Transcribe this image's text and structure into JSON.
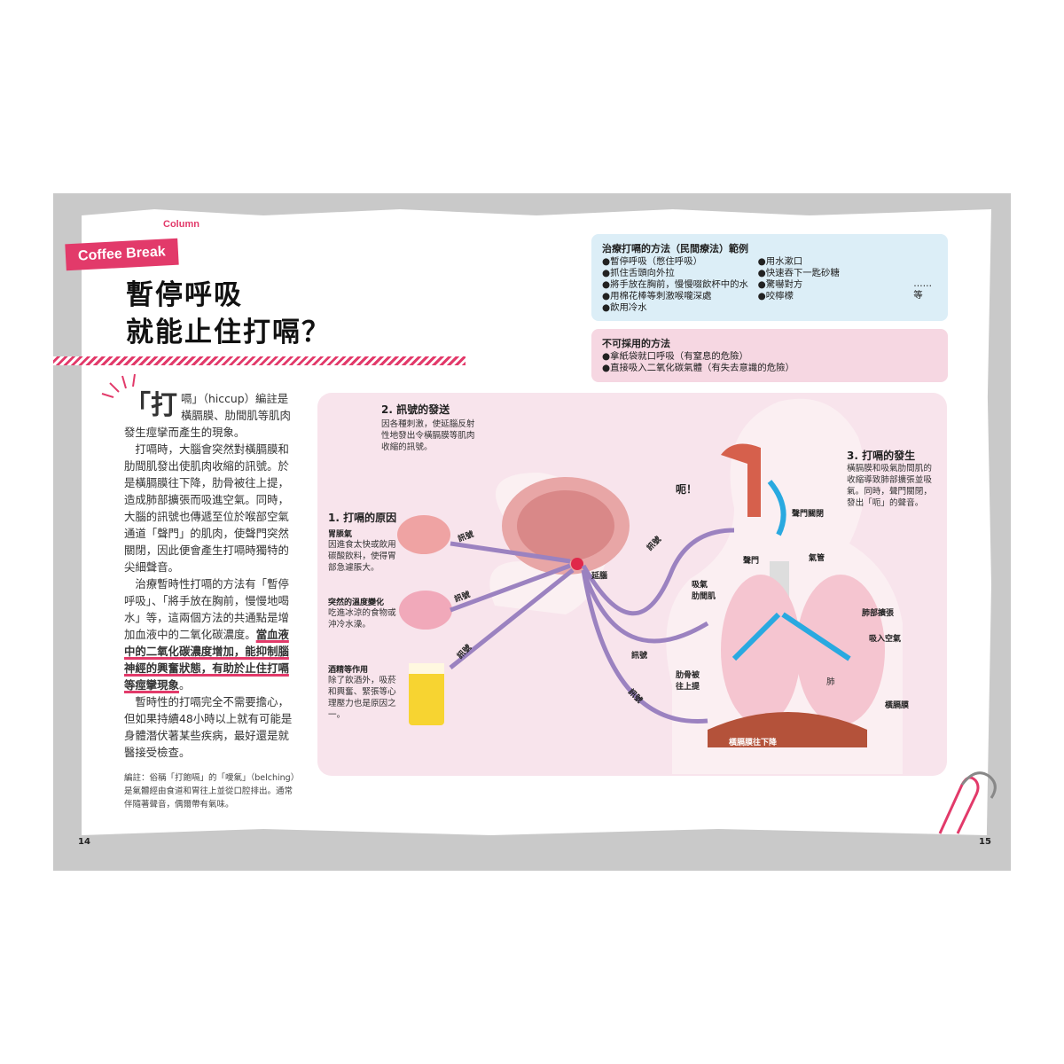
{
  "header": {
    "column_label": "Column",
    "tag": "Coffee Break",
    "title_line1": "暫停呼吸",
    "title_line2": "就能止住打嗝？"
  },
  "article": {
    "drop_char": "「打",
    "intro": "嗝」（hiccup）編註是橫膈膜、肋間肌等肌肉發生痙攣而產生的現象。",
    "p2": "打嗝時，大腦會突然對橫膈膜和肋間肌發出使肌肉收縮的訊號。於是橫膈膜往下降，肋骨被往上提，造成肺部擴張而吸進空氣。同時，大腦的訊號也傳遞至位於喉部空氣通道「聲門」的肌肉，使聲門突然關閉，因此便會產生打嗝時獨特的尖細聲音。",
    "p3": "治療暫時性打嗝的方法有「暫停呼吸」、「將手放在胸前，慢慢地喝水」等，這兩個方法的共通點是增加血液中的二氧化碳濃度。",
    "p3_highlight": "當血液中的二氧化碳濃度增加，能抑制腦神經的興奮狀態，有助於止住打嗝等痙攣現象",
    "p3_end": "。",
    "p4": "暫時性的打嗝完全不需要擔心，但如果持續48小時以上就有可能是身體潛伏著某些疾病，最好還是就醫接受檢查。",
    "note": "編註：俗稱「打飽嗝」的「噯氣」（belching）是氣體經由食道和胃往上並從口腔排出。通常伴隨著聲音，偶爾帶有氣味。"
  },
  "page_numbers": {
    "left": "14",
    "right": "15"
  },
  "remedies": {
    "title": "治療打嗝的方法（民間療法）範例",
    "left": [
      "●暫停呼吸（憋住呼吸）",
      "●抓住舌頭向外拉",
      "●將手放在胸前，慢慢啜飲杯中的水",
      "●用棉花棒等刺激喉嚨深處",
      "●飲用冷水"
    ],
    "right": [
      "●用水漱口",
      "●快速吞下一匙砂糖",
      "●驚嚇對方",
      "●咬檸檬"
    ],
    "etc": "……等"
  },
  "avoid": {
    "title": "不可採用的方法",
    "items": [
      "●拿紙袋就口呼吸（有窒息的危險）",
      "●直接吸入二氧化碳氣體（有失去意識的危險）"
    ]
  },
  "diagram": {
    "s1_title": "1. 打嗝的原因",
    "causes": [
      {
        "title": "胃脹氣",
        "text": "因進食太快或飲用碳酸飲料，使得胃部急遽脹大。"
      },
      {
        "title": "突然的溫度變化",
        "text": "吃進冰涼的食物或沖冷水澡。"
      },
      {
        "title": "酒精等作用",
        "text": "除了飲酒外，吸菸和興奮、緊張等心理壓力也是原因之一。"
      }
    ],
    "s2_title": "2. 訊號的發送",
    "s2_text": "因各種刺激，使延腦反射性地發出令橫膈膜等肌肉收縮的訊號。",
    "s3_title": "3. 打嗝的發生",
    "s3_text": "橫膈膜和吸氣肋間肌的收縮導致肺部擴張並吸氣。同時，聲門關閉，發出「呃」的聲音。",
    "signal": "訊號",
    "medulla": "延腦",
    "sound": "呃！",
    "labels": {
      "glottis_close": "聲門關閉",
      "glottis": "聲門",
      "trachea": "氣管",
      "intercostal": "吸氣\n肋間肌",
      "lung_expand": "肺部擴張",
      "inhale": "吸入空氣",
      "ribs": "肋骨被\n往上提",
      "lung": "肺",
      "diaphragm": "橫膈膜",
      "diaphragm_down": "橫膈膜往下降"
    }
  },
  "colors": {
    "accent": "#e23a6a",
    "panel": "#f8e4ec",
    "signal_arrow": "#9b82c0",
    "air_arrow": "#29a9e0"
  }
}
